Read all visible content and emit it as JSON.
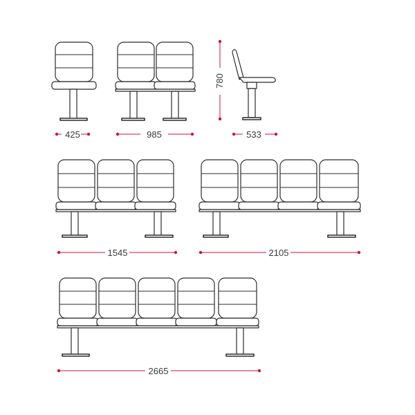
{
  "colors": {
    "outline": "#2b2b2b",
    "dimension": "#d0103a",
    "label": "#3a3a3a",
    "background": "#ffffff"
  },
  "views": [
    {
      "id": "single",
      "seats": 1,
      "dimension": "425"
    },
    {
      "id": "double",
      "seats": 2,
      "dimension": "985"
    },
    {
      "id": "side",
      "seats": 1,
      "dimension": "533",
      "height_dimension": "780"
    },
    {
      "id": "triple",
      "seats": 3,
      "dimension": "1545"
    },
    {
      "id": "quad",
      "seats": 4,
      "dimension": "2105"
    },
    {
      "id": "quint",
      "seats": 5,
      "dimension": "2665"
    }
  ]
}
